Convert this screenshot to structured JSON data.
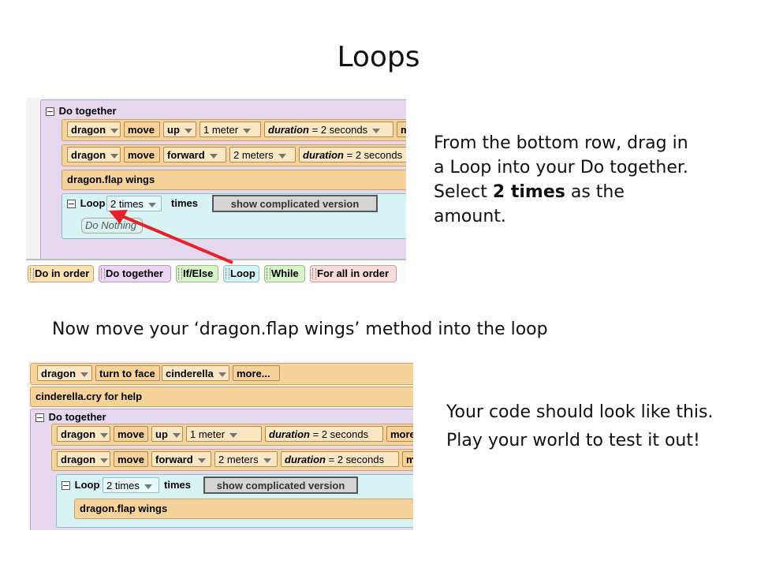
{
  "slide": {
    "title": "Loops",
    "instruction_top": {
      "part1": "From the bottom row, drag in a Loop into your Do together. Select ",
      "bold1": "2 times",
      "part2": " as the amount."
    },
    "instruction_middle": "Now move your ‘dragon.flap wings’ method into the loop",
    "instruction_bottom": "Your code should look like this. Play your world to test it out!"
  },
  "screenshot_top": {
    "do_together_label": "Do together",
    "rows": [
      {
        "object": "dragon",
        "method": "move",
        "direction": "up",
        "amount": "1 meter",
        "duration_label": "duration",
        "duration_value": "= 2 seconds",
        "overflow": "m"
      },
      {
        "object": "dragon",
        "method": "move",
        "direction": "forward",
        "amount": "2 meters",
        "duration_label": "duration",
        "duration_value": "= 2 seconds"
      }
    ],
    "flap_wings": "dragon.flap wings",
    "loop": {
      "label": "Loop",
      "count": "2 times",
      "times_label": "times",
      "button": "show complicated version",
      "do_nothing": "Do Nothing"
    },
    "palette": [
      "Do in order",
      "Do together",
      "If/Else",
      "Loop",
      "While",
      "For all in order"
    ]
  },
  "screenshot_bottom": {
    "row1": {
      "object": "dragon",
      "method": "turn to face",
      "target": "cinderella",
      "more": "more..."
    },
    "cry": "cinderella.cry for help",
    "do_together_label": "Do together",
    "rows": [
      {
        "object": "dragon",
        "method": "move",
        "direction": "up",
        "amount": "1 meter",
        "duration_label": "duration",
        "duration_value": "= 2 seconds",
        "more": "more..."
      },
      {
        "object": "dragon",
        "method": "move",
        "direction": "forward",
        "amount": "2 meters",
        "duration_label": "duration",
        "duration_value": "= 2 seconds",
        "overflow": "mo"
      }
    ],
    "loop": {
      "label": "Loop",
      "count": "2 times",
      "times_label": "times",
      "button": "show complicated version",
      "inner": "dragon.flap wings"
    }
  },
  "colors": {
    "arrow": "#e8202a",
    "method_tile": "#f6d39b",
    "do_together_bg": "#e6d8ef",
    "loop_bg": "#d8f3f4"
  }
}
